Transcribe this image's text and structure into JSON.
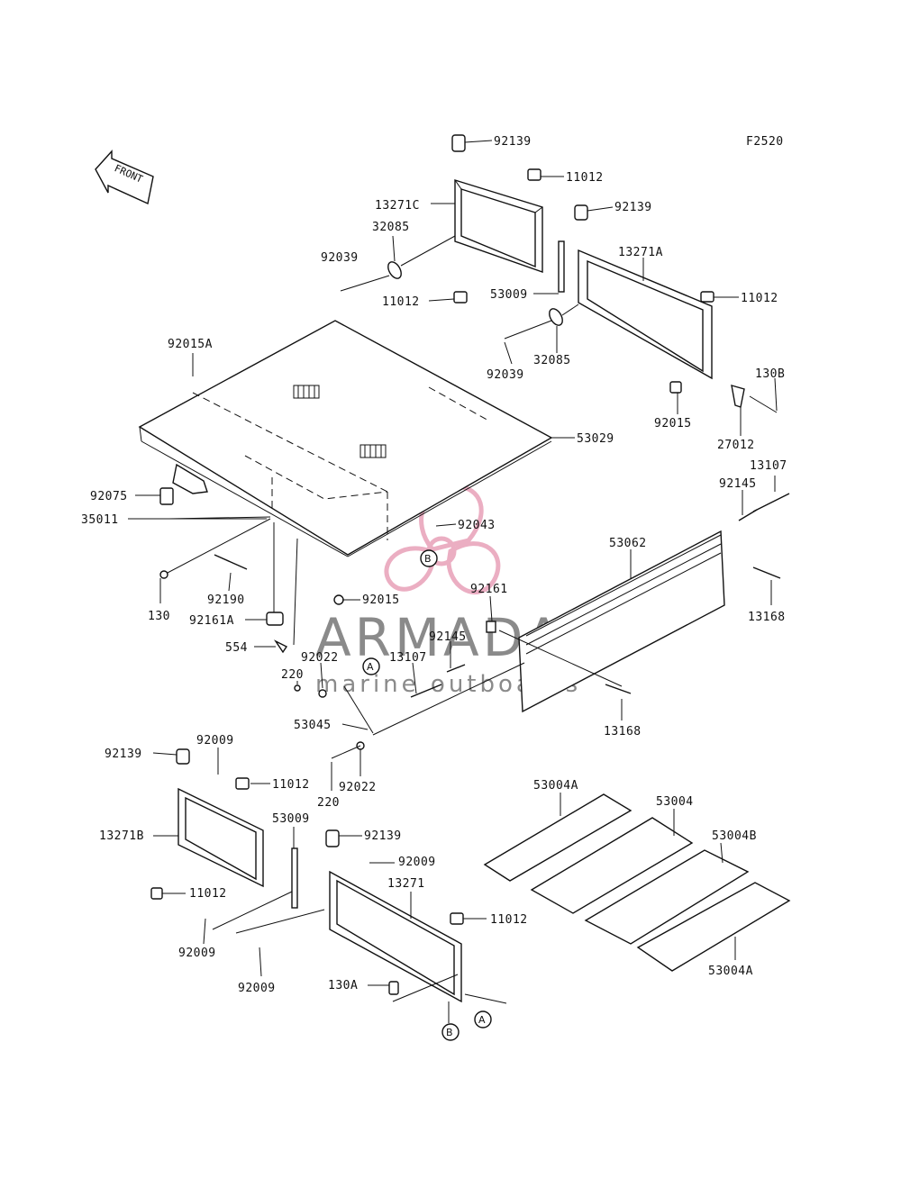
{
  "figure_code": "F2520",
  "front_label": "FRONT",
  "watermark": {
    "brand": "ARMADA",
    "tagline": "marine outboards",
    "logo_color": "#e8a0b8"
  },
  "ref_marks": {
    "a": "A",
    "b": "B"
  },
  "labels": {
    "l_92139_a": "92139",
    "l_11012_a": "11012",
    "l_13271c": "13271C",
    "l_32085_a": "32085",
    "l_92039_a": "92039",
    "l_11012_b": "11012",
    "l_53009_a": "53009",
    "l_92139_b": "92139",
    "l_13271a": "13271A",
    "l_11012_c": "11012",
    "l_32085_b": "32085",
    "l_92039_b": "92039",
    "l_130b": "130B",
    "l_92015_a": "92015",
    "l_27012": "27012",
    "l_92015a": "92015A",
    "l_53029": "53029",
    "l_13107_a": "13107",
    "l_92145_a": "92145",
    "l_92075": "92075",
    "l_35011": "35011",
    "l_92043": "92043",
    "l_53062": "53062",
    "l_130": "130",
    "l_92190": "92190",
    "l_92015_b": "92015",
    "l_92161": "92161",
    "l_13168_a": "13168",
    "l_92161a": "92161A",
    "l_554": "554",
    "l_92022_a": "92022",
    "l_92145_b": "92145",
    "l_13107_b": "13107",
    "l_220_a": "220",
    "l_53045": "53045",
    "l_13168_b": "13168",
    "l_92139_c": "92139",
    "l_92009_a": "92009",
    "l_11012_d": "11012",
    "l_220_b": "220",
    "l_92022_b": "92022",
    "l_53004a_a": "53004A",
    "l_53004": "53004",
    "l_13271b": "13271B",
    "l_53009_b": "53009",
    "l_92139_d": "92139",
    "l_53004b": "53004B",
    "l_92009_b": "92009",
    "l_13271": "13271",
    "l_11012_e": "11012",
    "l_11012_f": "11012",
    "l_92009_c": "92009",
    "l_92009_d": "92009",
    "l_130a": "130A",
    "l_53004a_b": "53004A"
  }
}
